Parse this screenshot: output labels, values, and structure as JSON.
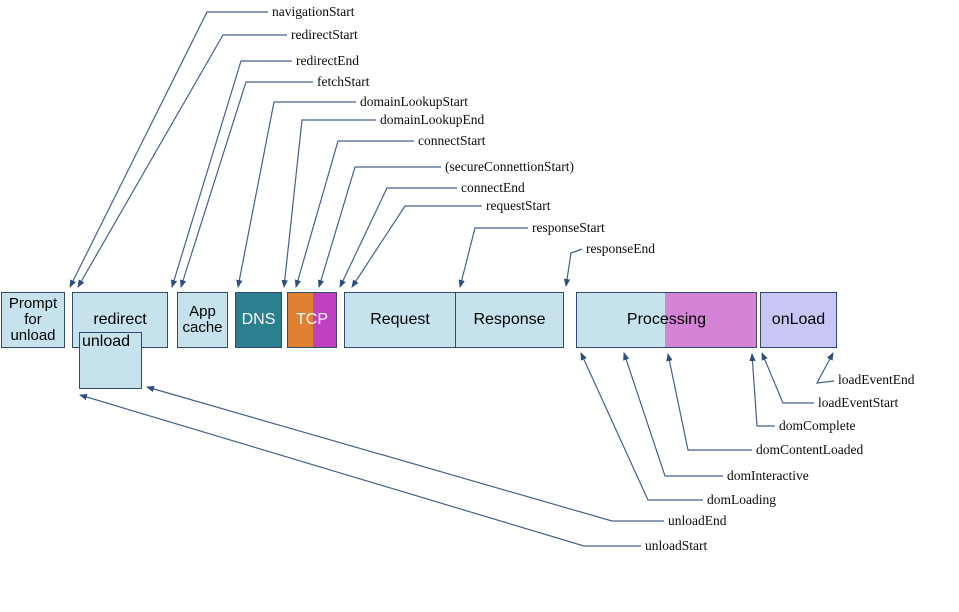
{
  "phases": {
    "prompt": "Prompt for unload",
    "redirect": "redirect",
    "unload": "unload",
    "app_cache": "App cache",
    "dns": "DNS",
    "tcp": "TCP",
    "request": "Request",
    "response": "Response",
    "processing": "Processing",
    "onload": "onLoad"
  },
  "event_labels": [
    "navigationStart",
    "redirectStart",
    "redirectEnd",
    "fetchStart",
    "domainLookupStart",
    "domainLookupEnd",
    "connectStart",
    "(secureConnettionStart)",
    "connectEnd",
    "requestStart",
    "responseStart",
    "responseEnd",
    "loadEventEnd",
    "loadEventStart",
    "domComplete",
    "domContentLoaded",
    "domInteractive",
    "domLoading",
    "unloadEnd",
    "unloadStart"
  ],
  "colors": {
    "phase_fill": "#c6e2ec",
    "dns_fill": "#2b7f8e",
    "tcp_orange": "#e08030",
    "tcp_magenta": "#bf40c0",
    "processing_magenta": "#d583d6",
    "onload_fill": "#c8c6f2",
    "box_border": "#334a6d",
    "leader_line": "#44618c",
    "arrowhead": "#2d4f7e"
  }
}
